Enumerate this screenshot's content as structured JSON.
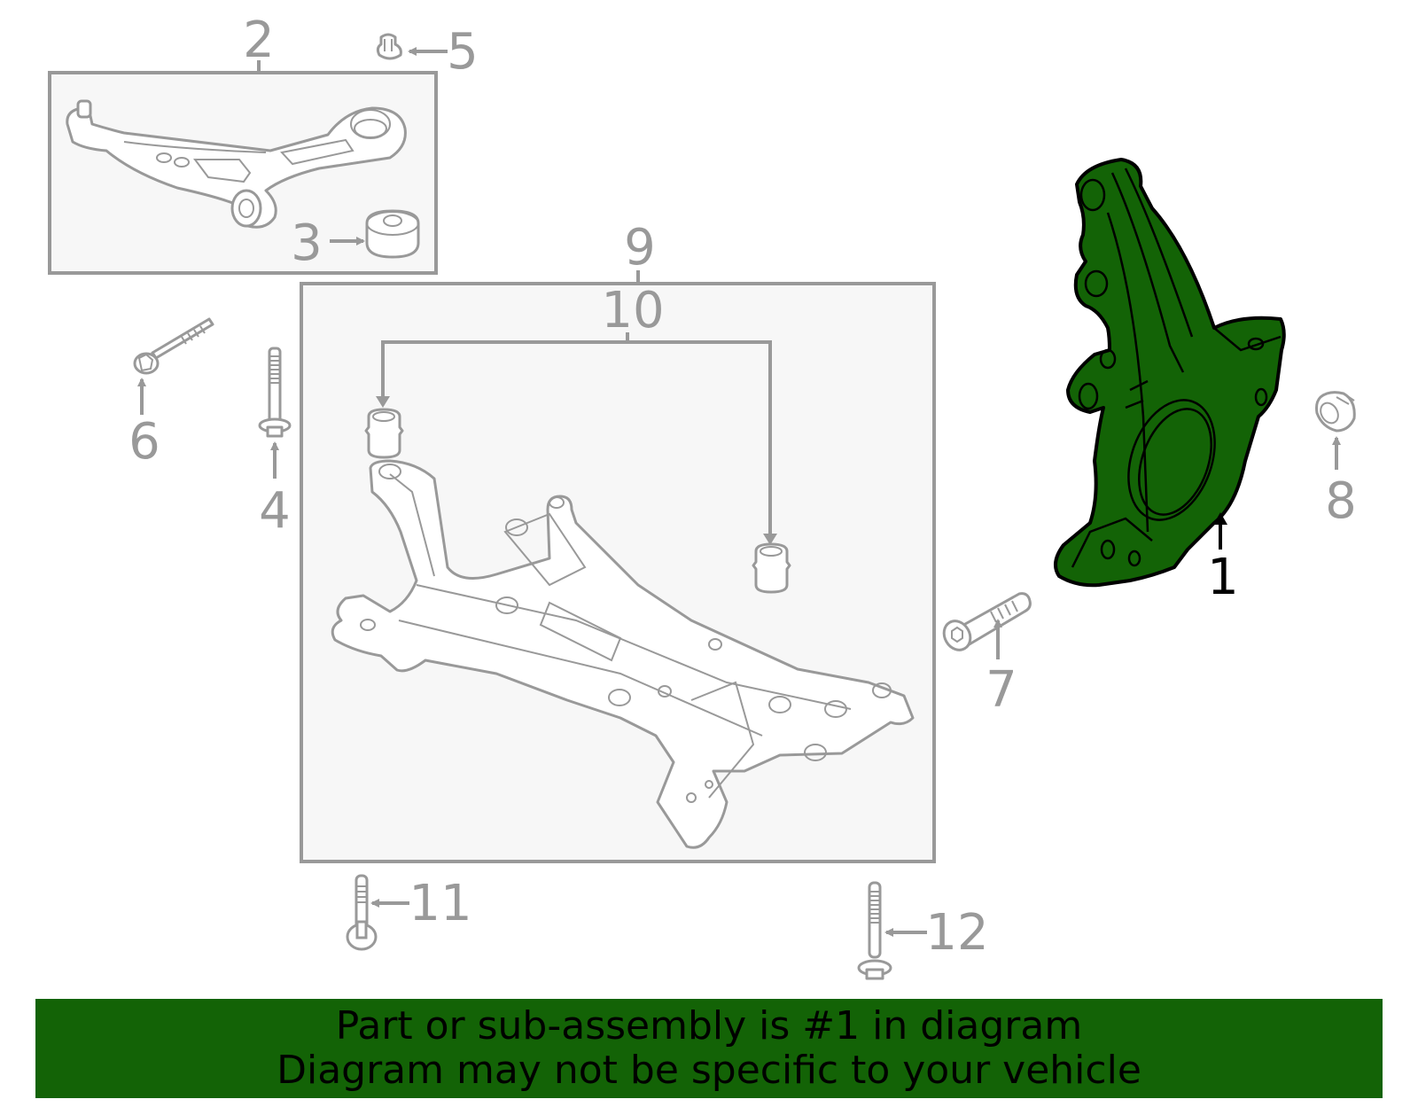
{
  "diagram": {
    "highlighted_part": "1",
    "highlight_color": "#136306",
    "callout_color": "#999999",
    "group_box_fill": "#f7f7f7",
    "callouts": [
      {
        "id": "1",
        "label": "1",
        "part": "steering-knuckle",
        "highlighted": true
      },
      {
        "id": "2",
        "label": "2",
        "part": "lower-control-arm"
      },
      {
        "id": "3",
        "label": "3",
        "part": "control-arm-bushing"
      },
      {
        "id": "4",
        "label": "4",
        "part": "bolt"
      },
      {
        "id": "5",
        "label": "5",
        "part": "nut"
      },
      {
        "id": "6",
        "label": "6",
        "part": "bolt"
      },
      {
        "id": "7",
        "label": "7",
        "part": "pinch-bolt"
      },
      {
        "id": "8",
        "label": "8",
        "part": "nut"
      },
      {
        "id": "9",
        "label": "9",
        "part": "front-subframe"
      },
      {
        "id": "10",
        "label": "10",
        "part": "subframe-bushings"
      },
      {
        "id": "11",
        "label": "11",
        "part": "bolt"
      },
      {
        "id": "12",
        "label": "12",
        "part": "bolt"
      }
    ]
  },
  "banner": {
    "line1": "Part or sub-assembly is #1 in diagram",
    "line2": "Diagram may not be specific to your vehicle",
    "background": "#136306"
  }
}
